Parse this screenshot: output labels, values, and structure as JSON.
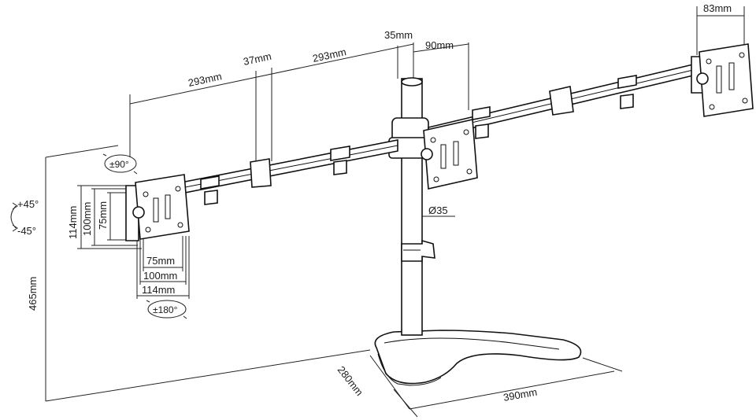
{
  "dimensions": {
    "arm_left": "293mm",
    "arm_right": "293mm",
    "clamp_width": "37mm",
    "pole_top": "35mm",
    "plate_offset": "90mm",
    "plate_right": "83mm",
    "pole_diameter": "Ø35",
    "height_total": "465mm",
    "base_depth": "280mm",
    "base_width": "390mm",
    "vesa_114_v": "114mm",
    "vesa_100_v": "100mm",
    "vesa_75_v": "75mm",
    "vesa_75_h": "75mm",
    "vesa_100_h": "100mm",
    "vesa_114_h": "114mm"
  },
  "rotations": {
    "swivel": "±90°",
    "tilt_up": "+45°",
    "tilt_down": "-45°",
    "rotate": "±180°"
  }
}
